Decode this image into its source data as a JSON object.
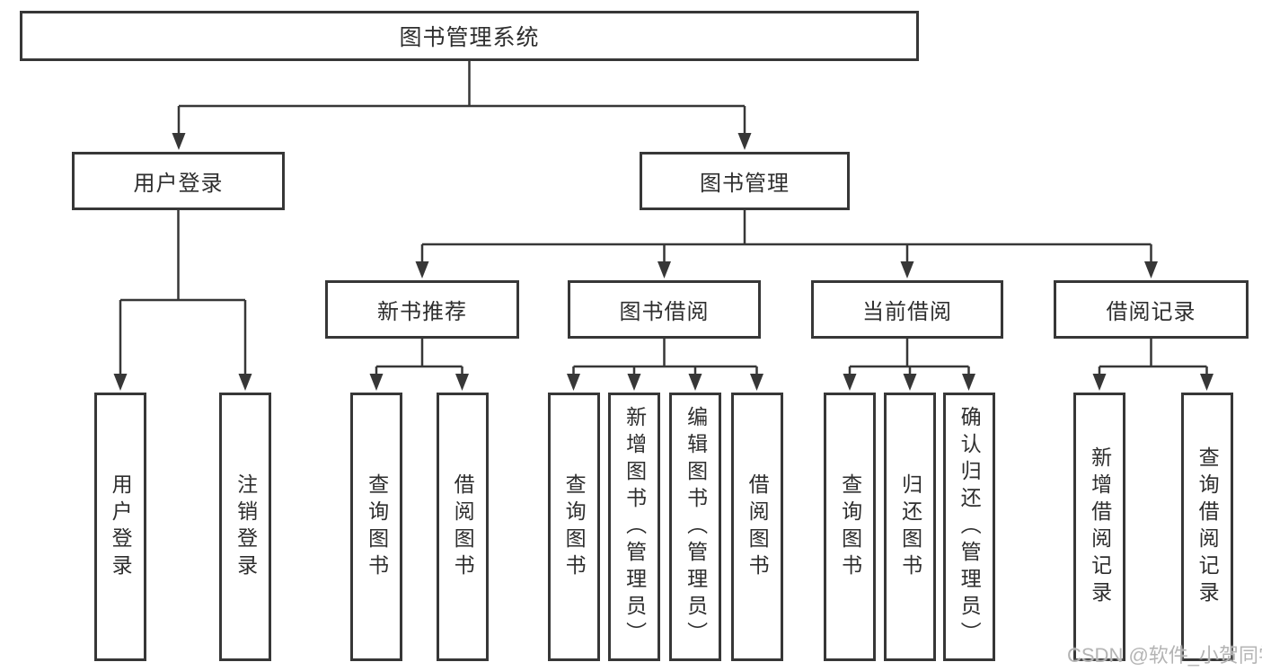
{
  "tree": {
    "root": {
      "label": "图书管理系统",
      "children": [
        {
          "label": "用户登录",
          "children": [
            {
              "label": "用户登录"
            },
            {
              "label": "注销登录"
            }
          ]
        },
        {
          "label": "图书管理",
          "children": [
            {
              "label": "新书推荐",
              "children": [
                {
                  "label": "查询图书"
                },
                {
                  "label": "借阅图书"
                }
              ]
            },
            {
              "label": "图书借阅",
              "children": [
                {
                  "label": "查询图书"
                },
                {
                  "label": "新增图书（管理员）"
                },
                {
                  "label": "编辑图书（管理员）"
                },
                {
                  "label": "借阅图书"
                }
              ]
            },
            {
              "label": "当前借阅",
              "children": [
                {
                  "label": "查询图书"
                },
                {
                  "label": "归还图书"
                },
                {
                  "label": "确认归还（管理员）"
                }
              ]
            },
            {
              "label": "借阅记录",
              "children": [
                {
                  "label": "新增借阅记录"
                },
                {
                  "label": "查询借阅记录"
                }
              ]
            }
          ]
        }
      ]
    }
  },
  "watermark": {
    "text": "CSDN @软件_小贺同学"
  },
  "colors": {
    "line": "#373737",
    "text": "#2e2e2e",
    "watermark": "#b4b4b4",
    "background": "#ffffff"
  }
}
